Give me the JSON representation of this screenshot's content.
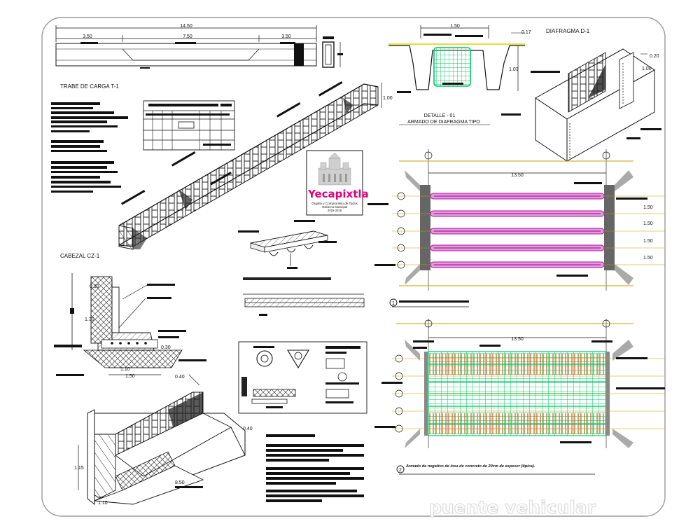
{
  "sheet": {
    "watermark": "puente vehicular"
  },
  "logo": {
    "name": "Yecapixtla",
    "tagline": "Orgullo y Compromiso de Todos",
    "subtitle": "Gobierno Municipal",
    "years": "2016-2018",
    "colors": [
      "#e6007e",
      "#f39200",
      "#009fe3",
      "#95c11f",
      "#662483",
      "#e30613"
    ]
  },
  "beam_section": {
    "overall": "14.50",
    "dims": [
      "3.50",
      "7.50",
      "3.50"
    ]
  },
  "trabe": {
    "title": "TRABE DE CARGA  T-1",
    "height": "1.00"
  },
  "detalle": {
    "width": "1.50",
    "top": "0.17",
    "height": "1.03",
    "caption_1": "DETALLE - 01",
    "caption_2": "ARMADO DE DIAFRAGMA TIPO"
  },
  "diafragma": {
    "title": "DIAFRAGMA  D-1",
    "dim_top": "0.20",
    "dim_height": "1.00"
  },
  "plan_beams": {
    "span": "13.50",
    "spacings": [
      "1.50",
      "1.50",
      "1.50",
      "1.50"
    ],
    "note_number": "1"
  },
  "plan_slab": {
    "span": "13.50",
    "note_number": "2",
    "note_text": "Armado de negativo de losa de concreto de 20cm de espesor (tipica)."
  },
  "cabezal": {
    "title": "CABEZAL  CZ-1",
    "dims": [
      "0.30",
      "1.30",
      "0.30",
      "1.10",
      "1.50"
    ]
  },
  "abutment": {
    "dims": [
      "0.40",
      "0.40",
      "1.15",
      "1.10",
      "8.50"
    ]
  },
  "colors": {
    "accent_green": "#00c864",
    "accent_magenta": "#c000c0",
    "rebar_red": "#c85000",
    "frame": "#9a9a9a"
  }
}
